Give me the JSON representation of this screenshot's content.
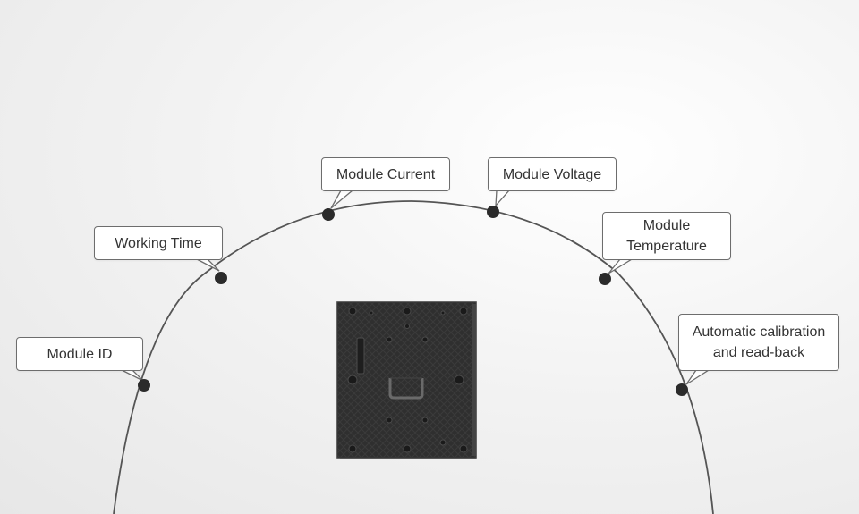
{
  "callouts": {
    "module_id": "Module ID",
    "working_time": "Working Time",
    "module_current": "Module Current",
    "module_voltage": "Module Voltage",
    "module_temperature": "Module\nTemperature",
    "auto_calibration": "Automatic calibration\nand read-back"
  },
  "product": {
    "icon": "led-module-panel-icon"
  },
  "colors": {
    "arc": "#555555",
    "dot": "#2b2b2b",
    "callout_border": "#6d6d6d",
    "panel": "#2e2e2e"
  }
}
